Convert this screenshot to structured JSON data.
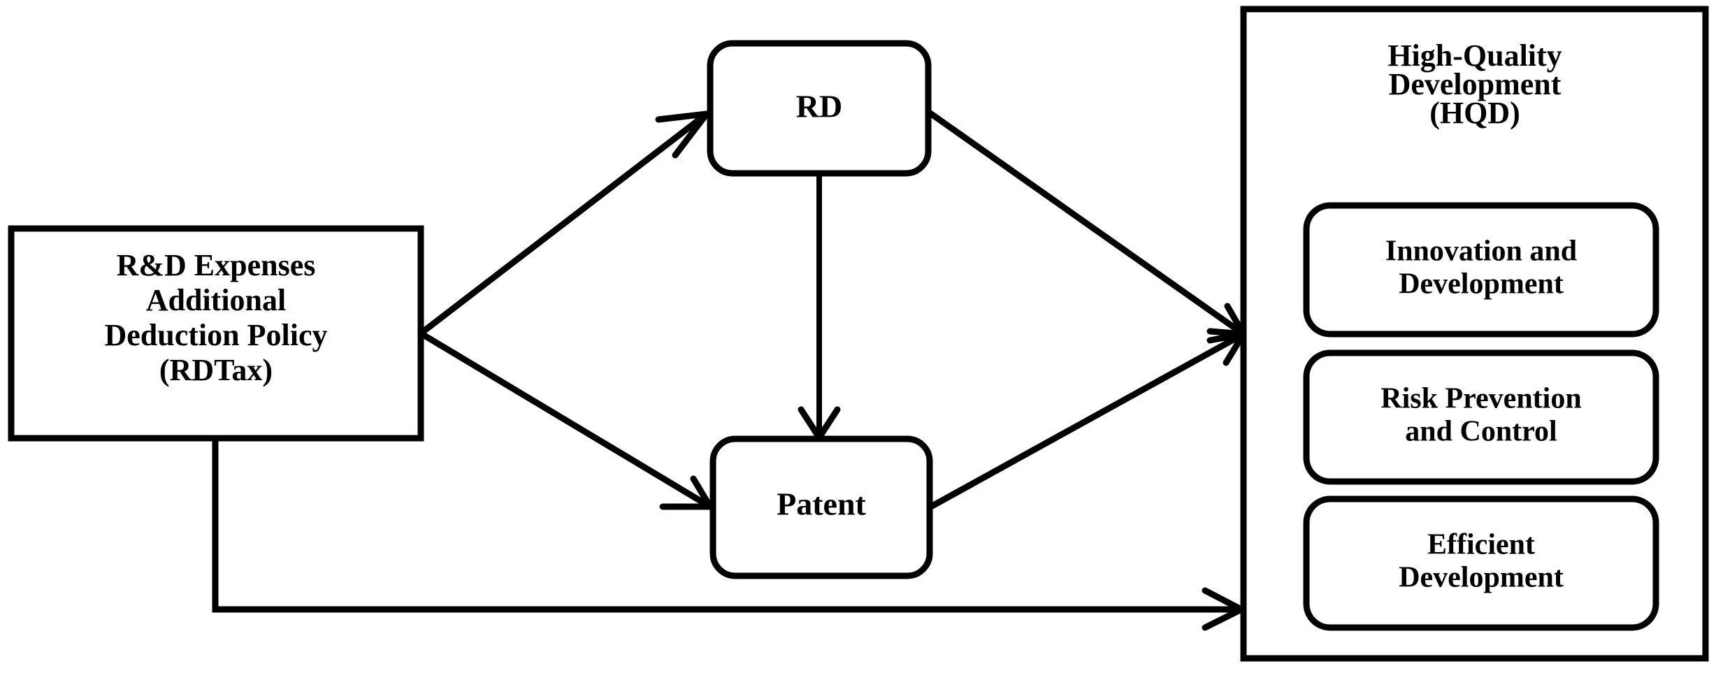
{
  "diagram": {
    "title": "R&D Expenses Additional Deduction Policy mechanism diagram",
    "colors": {
      "stroke": "#000000",
      "fill": "#ffffff",
      "text": "#000000"
    },
    "nodes": {
      "policy": {
        "id": "RDTax",
        "shape": "rectangle",
        "lines": [
          "R&D Expenses",
          "Additional",
          "Deduction Policy",
          "(RDTax)"
        ]
      },
      "rd": {
        "id": "RD",
        "shape": "rounded-rectangle",
        "lines": [
          "RD"
        ]
      },
      "patent": {
        "id": "Patent",
        "shape": "rounded-rectangle",
        "lines": [
          "Patent"
        ]
      },
      "hqd": {
        "id": "HQD",
        "shape": "rectangle",
        "lines": [
          "High-Quality",
          "Development",
          "(HQD)"
        ],
        "children": [
          {
            "id": "innovation-development",
            "shape": "rounded-rectangle",
            "lines": [
              "Innovation and",
              "Development"
            ]
          },
          {
            "id": "risk-prevention-control",
            "shape": "rounded-rectangle",
            "lines": [
              "Risk Prevention",
              "and Control"
            ]
          },
          {
            "id": "efficient-development",
            "shape": "rounded-rectangle",
            "lines": [
              "Efficient",
              "Development"
            ]
          }
        ]
      }
    },
    "edges": [
      {
        "id": "policy-to-rd",
        "from": "RDTax",
        "to": "RD",
        "style": "solid-arrow"
      },
      {
        "id": "policy-to-patent",
        "from": "RDTax",
        "to": "Patent",
        "style": "solid-arrow"
      },
      {
        "id": "rd-to-patent",
        "from": "RD",
        "to": "Patent",
        "style": "solid-arrow"
      },
      {
        "id": "rd-to-hqd",
        "from": "RD",
        "to": "HQD",
        "style": "solid-arrow"
      },
      {
        "id": "patent-to-hqd",
        "from": "Patent",
        "to": "HQD",
        "style": "solid-arrow"
      },
      {
        "id": "policy-to-hqd",
        "from": "RDTax",
        "to": "HQD",
        "style": "solid-arrow-orthogonal"
      }
    ]
  }
}
